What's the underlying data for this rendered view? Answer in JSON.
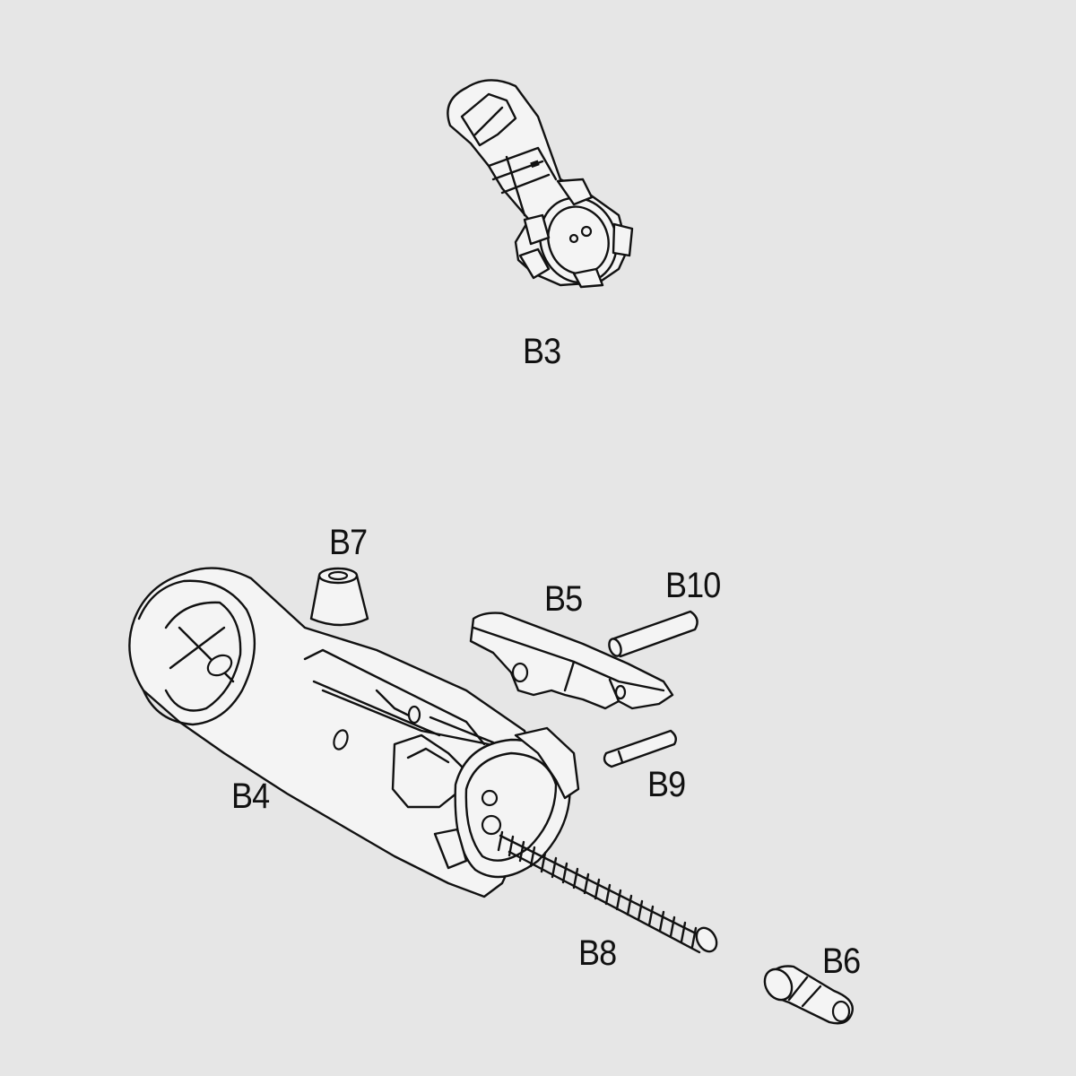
{
  "labels": {
    "b3": "B3",
    "b4": "B4",
    "b5": "B5",
    "b6": "B6",
    "b7": "B7",
    "b8": "B8",
    "b9": "B9",
    "b10": "B10"
  },
  "colors": {
    "background": "#e6e6e6",
    "line": "#111111",
    "part_fill": "#f4f4f4"
  }
}
